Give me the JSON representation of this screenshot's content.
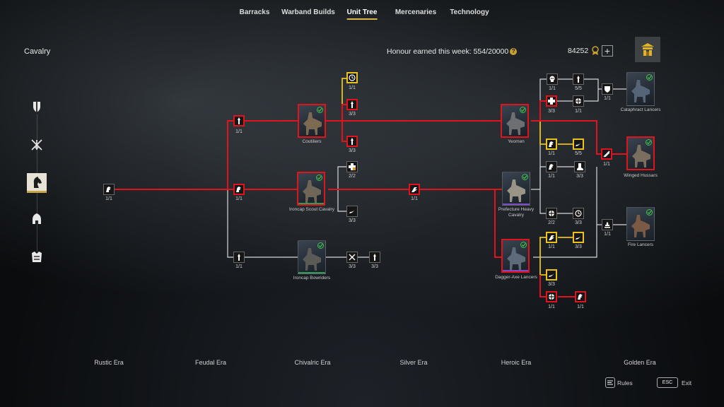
{
  "nav": {
    "tabs": [
      {
        "label": "Barracks"
      },
      {
        "label": "Warband Builds"
      },
      {
        "label": "Unit Tree"
      },
      {
        "label": "Mercenaries"
      },
      {
        "label": "Technology"
      }
    ],
    "active": "Unit Tree"
  },
  "header": {
    "category": "Cavalry",
    "honour_text": "Honour earned this week: 554/20000",
    "currency": "84252",
    "honour_help_glyph": "?",
    "add_glyph": "+"
  },
  "sidebar": {
    "items": [
      {
        "icon": "shield-sword-icon",
        "active": false
      },
      {
        "icon": "crossed-spears-icon",
        "active": false
      },
      {
        "icon": "horse-head-icon",
        "active": true
      },
      {
        "icon": "helmet-icon",
        "active": false
      },
      {
        "icon": "chest-armor-icon",
        "active": false
      }
    ]
  },
  "units": [
    {
      "name": "Coutiliers"
    },
    {
      "name": "Ironcap Scout Cavalry"
    },
    {
      "name": "Ironcap Bowriders"
    },
    {
      "name": "Yeomen"
    },
    {
      "name": "Prefecture Heavy Cavalry"
    },
    {
      "name": "Dagger-Axe Lancers"
    },
    {
      "name": "Cataphract Lancers"
    },
    {
      "name": "Winged Hussars"
    },
    {
      "name": "Fire Lancers"
    }
  ],
  "counts": {
    "rustic": "1/1",
    "f1": "1/1",
    "f2": "1/1",
    "f3": "1/1",
    "c1": "1/1",
    "c2": "3/3",
    "c3": "3/3",
    "c4": "2/2",
    "c5": "3/3",
    "c6": "3/3",
    "c7": "3/3",
    "s1": "1/1",
    "h1": "1/1",
    "h2": "5/5",
    "h3": "3/3",
    "h4": "1/1",
    "h5": "1/1",
    "h6": "5/5",
    "h7": "1/1",
    "h8": "3/3",
    "h9": "2/2",
    "h10": "3/3",
    "h11": "1/1",
    "h12": "3/3",
    "h13": "3/3",
    "h14": "1/1",
    "h15": "1/1",
    "g1": "1/1",
    "g2": "1/1",
    "g3": "1/1"
  },
  "eras": [
    "Rustic Era",
    "Feudal Era",
    "Chivalric Era",
    "Silver Era",
    "Heroic Era",
    "Golden Era"
  ],
  "footer": {
    "rules_label": "Rules",
    "esc_key": "ESC",
    "exit_label": "Exit"
  },
  "colors": {
    "unlocked_path": "#e0141c",
    "available_path": "#e9c21b",
    "locked_path": "#d8d8d8",
    "accent": "#d6b64a",
    "check": "#3fc24a"
  }
}
